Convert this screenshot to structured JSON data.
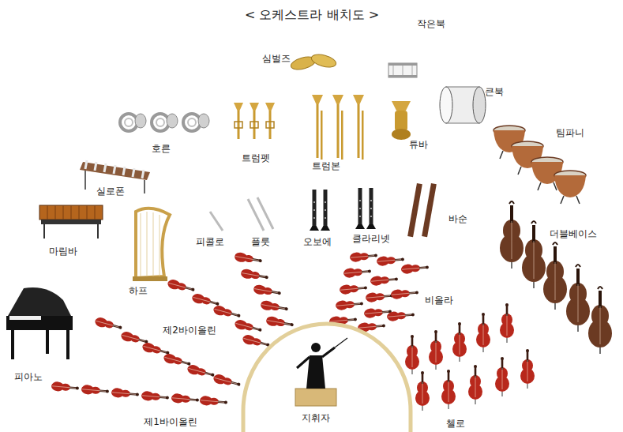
{
  "diagram": {
    "title": "< 오케스트라 배치도 >",
    "labels": [
      "심벌즈",
      "작은북",
      "큰북",
      "팀파니",
      "호른",
      "트럼펫",
      "트럼본",
      "튜바",
      "실로폰",
      "바순",
      "더블베이스",
      "마림바",
      "피콜로",
      "플룻",
      "오보에",
      "클라리넷",
      "하프",
      "비올라",
      "제2바이올린",
      "피아노",
      "첼로",
      "제1바이올린",
      "지휘자"
    ]
  }
}
